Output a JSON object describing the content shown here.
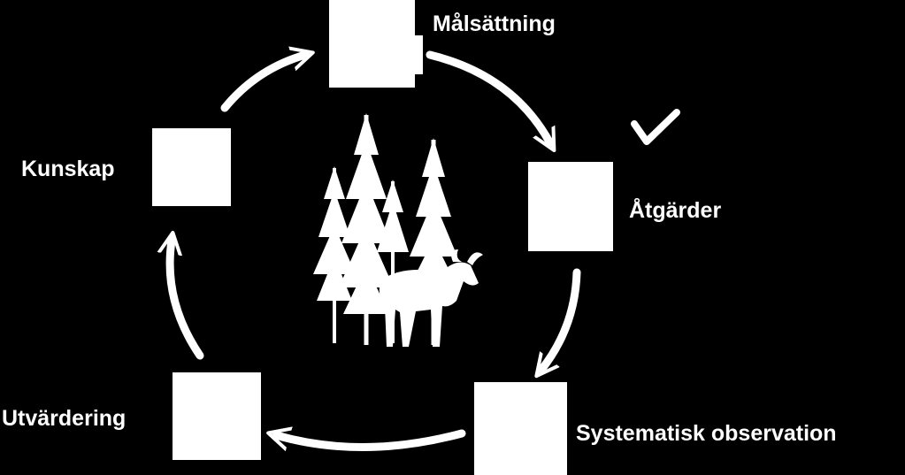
{
  "diagram": {
    "background": "#000000",
    "foreground": "#ffffff",
    "steps": [
      {
        "id": "malsattning",
        "label": "Målsättning"
      },
      {
        "id": "atgarder",
        "label": "Åtgärder"
      },
      {
        "id": "systematisk-observation",
        "label": "Systematisk observation"
      },
      {
        "id": "utvardering",
        "label": "Utvärdering"
      },
      {
        "id": "kunskap",
        "label": "Kunskap"
      }
    ],
    "flow": "clockwise cycle",
    "center_icon": "forest-and-moose-silhouette",
    "extra_icon": "checkmark-icon"
  }
}
